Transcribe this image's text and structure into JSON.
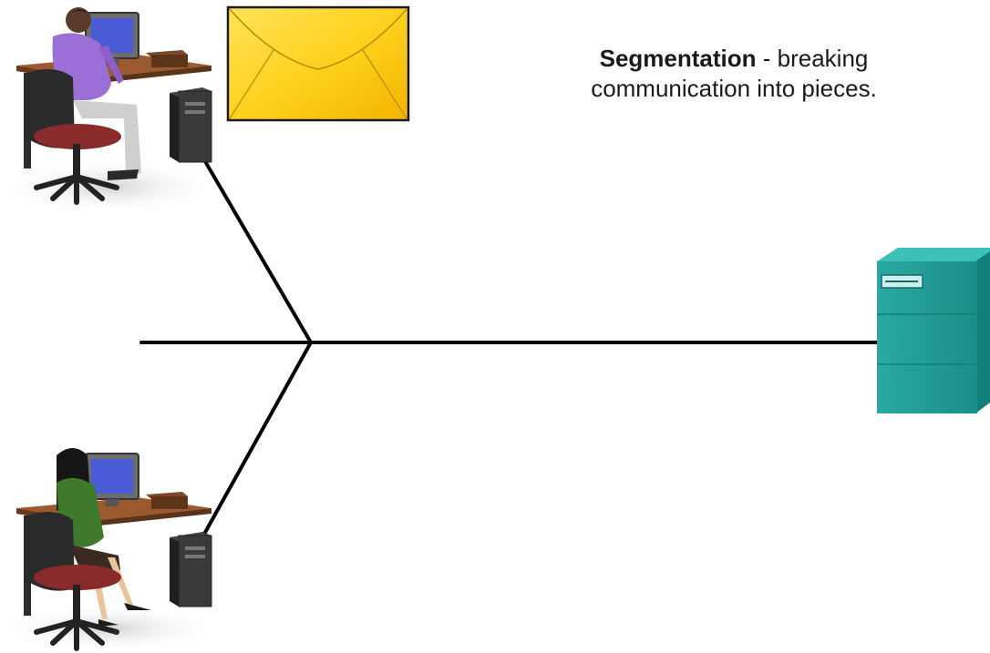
{
  "caption": {
    "term": "Segmentation",
    "separator": " - ",
    "line1_rest": "breaking",
    "line2": "communication into pieces."
  },
  "colors": {
    "link": "#000000",
    "envelope": "#FFD21F",
    "envelope_outline": "#1a1a1a",
    "server": "#1e9b94",
    "monitor_screen": "#4a5bd6",
    "desk_top": "#8a4b24",
    "chair": "#222222",
    "chair_seat": "#8a2b2b",
    "man_shirt": "#9b6fd6",
    "woman_top": "#3f7a2c"
  },
  "icons": {
    "top_user": "workstation-user-man-icon",
    "bottom_user": "workstation-user-woman-icon",
    "message": "envelope-icon",
    "server": "server-icon"
  }
}
